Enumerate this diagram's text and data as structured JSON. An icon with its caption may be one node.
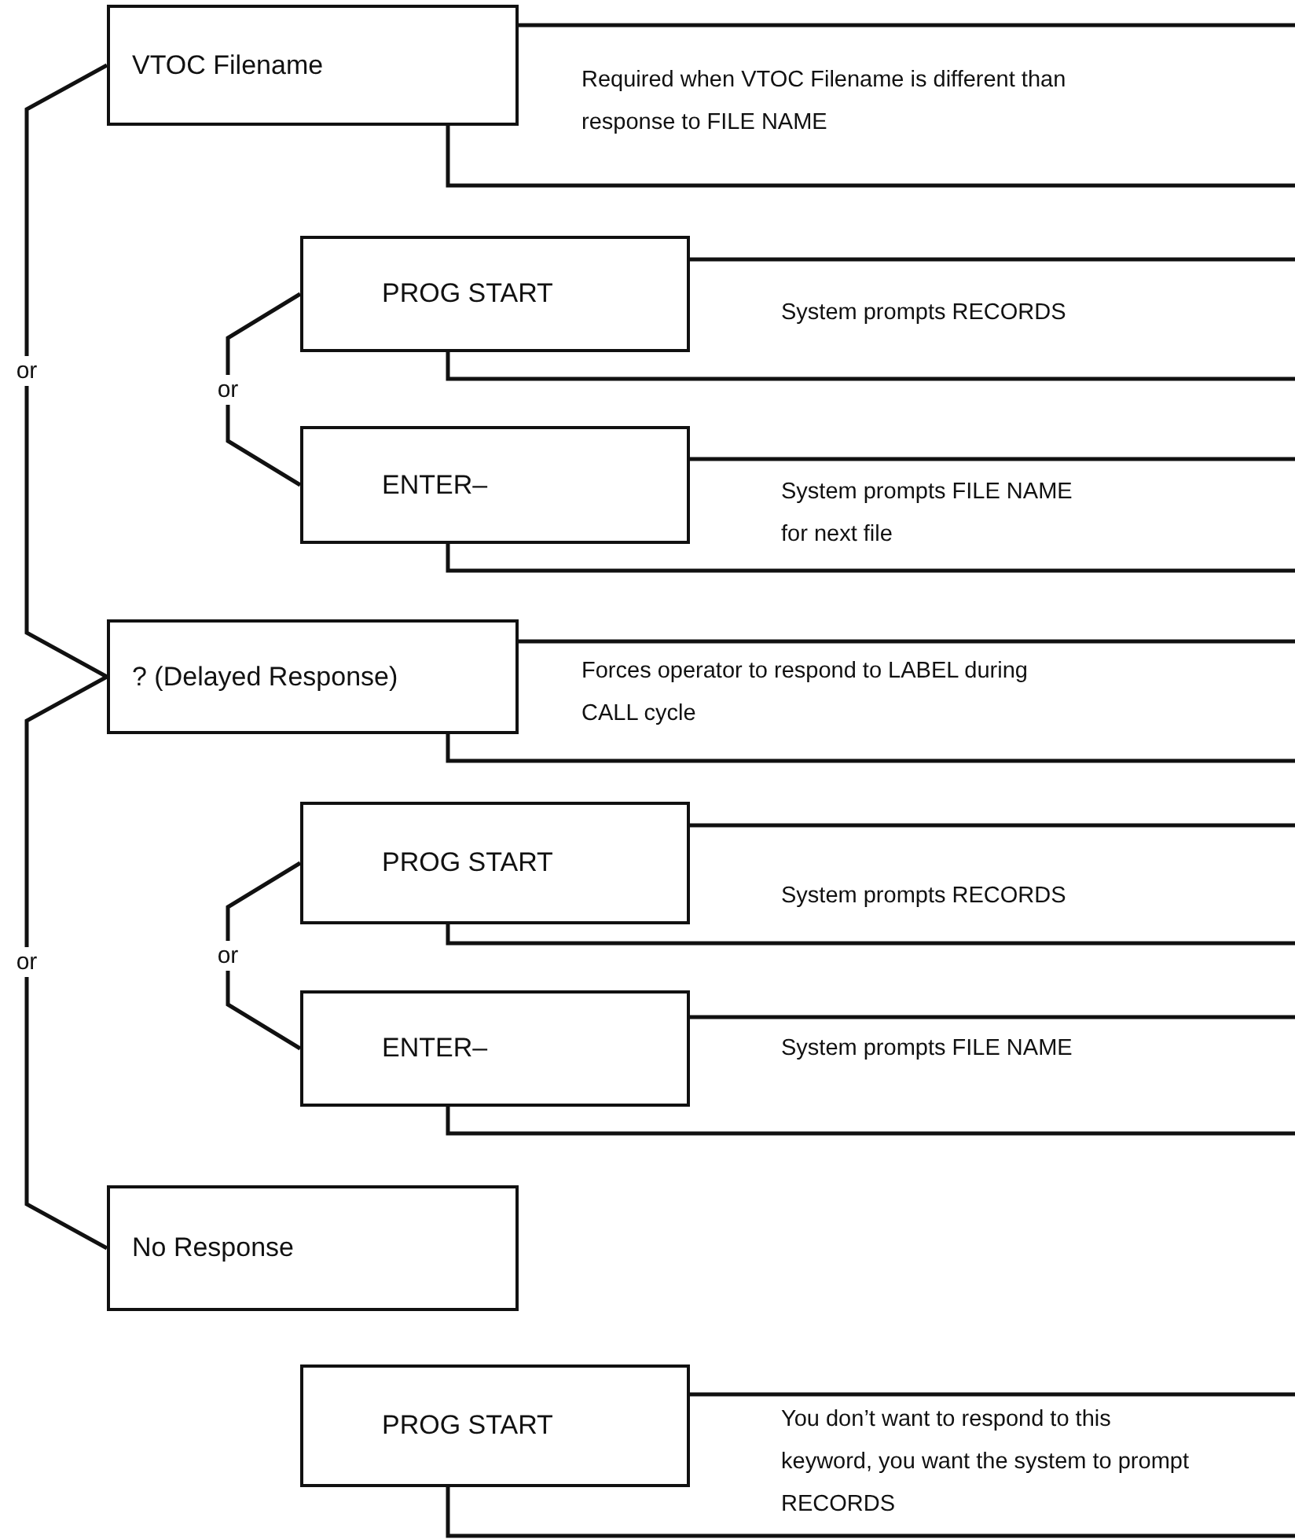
{
  "diagram": {
    "nodes": [
      {
        "text": [
          "VTOC Filename"
        ]
      },
      {
        "text": [
          "Required when VTOC Filename is different than response to FILE NAME"
        ]
      },
      {
        "text": [
          "PROG START"
        ]
      },
      {
        "text": [
          "System prompts RECORDS"
        ]
      },
      {
        "text": [
          "ENTER–"
        ]
      },
      {
        "text": [
          "System prompts FILE NAME for next file"
        ]
      },
      {
        "text": [
          "? (Delayed Response)"
        ]
      },
      {
        "text": [
          "Forces operator to respond to LABEL during CALL cycle"
        ]
      },
      {
        "text": [
          "PROG START"
        ]
      },
      {
        "text": [
          "System prompts RECORDS"
        ]
      },
      {
        "text": [
          "ENTER–"
        ]
      },
      {
        "text": [
          "System prompts FILE NAME"
        ]
      },
      {
        "text": [
          "No Response"
        ]
      },
      {
        "text": [
          "PROG START"
        ]
      },
      {
        "text": [
          "You don’t want to respond to this keyword, you want the system to prompt RECORDS"
        ]
      }
    ],
    "edges": [
      {
        "from": 0,
        "to": 6,
        "arrow": "none",
        "label": "or"
      },
      {
        "from": 2,
        "to": 4,
        "arrow": "none",
        "label": "or"
      },
      {
        "from": 6,
        "to": 12,
        "arrow": "none",
        "label": "or"
      },
      {
        "from": 8,
        "to": 10,
        "arrow": "none",
        "label": "or"
      }
    ]
  }
}
